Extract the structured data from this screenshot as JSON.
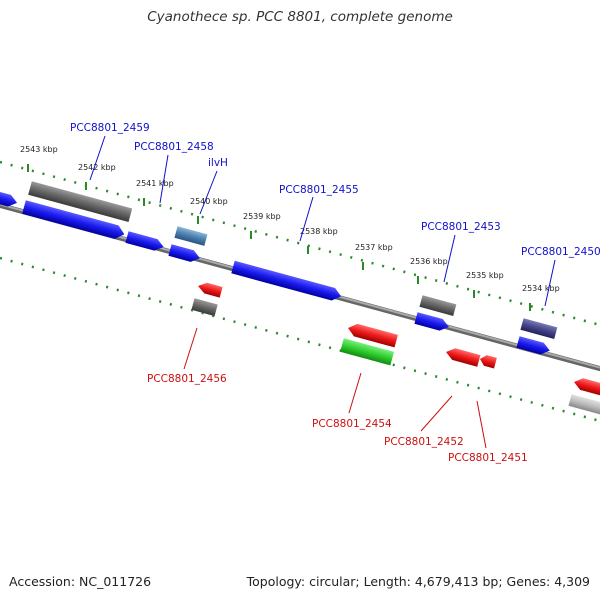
{
  "title": "Cyanothece sp. PCC 8801, complete genome",
  "footer": {
    "accession": "Accession: NC_011726",
    "summary": "Topology: circular; Length: 4,679,413 bp; Genes: 4,309"
  },
  "colors": {
    "backbone": "#8a8a8a",
    "ruler": "#2a8a2a",
    "forward_label": "#1010cc",
    "reverse_label": "#cc1010",
    "forward_gene": "#1a1aee",
    "reverse_gene": "#ee1a1a",
    "gray_gene": "#666666",
    "rna_gene": "#2fcf2f",
    "ilvh_gene": "#4a7fb0",
    "purple_gene": "#444488"
  },
  "ticks": [
    {
      "label": "2543 kbp"
    },
    {
      "label": "2542 kbp"
    },
    {
      "label": "2541 kbp"
    },
    {
      "label": "2540 kbp"
    },
    {
      "label": "2539 kbp"
    },
    {
      "label": "2538 kbp"
    },
    {
      "label": "2537 kbp"
    },
    {
      "label": "2536 kbp"
    },
    {
      "label": "2535 kbp"
    },
    {
      "label": "2534 kbp"
    }
  ],
  "genes_top": [
    {
      "name": "PCC8801_2459"
    },
    {
      "name": "PCC8801_2458"
    },
    {
      "name": "ilvH"
    },
    {
      "name": "PCC8801_2455"
    },
    {
      "name": "PCC8801_2453"
    },
    {
      "name": "PCC8801_2450"
    }
  ],
  "genes_bottom": [
    {
      "name": "PCC8801_2456"
    },
    {
      "name": "PCC8801_2454"
    },
    {
      "name": "PCC8801_2452"
    },
    {
      "name": "PCC8801_2451"
    }
  ]
}
